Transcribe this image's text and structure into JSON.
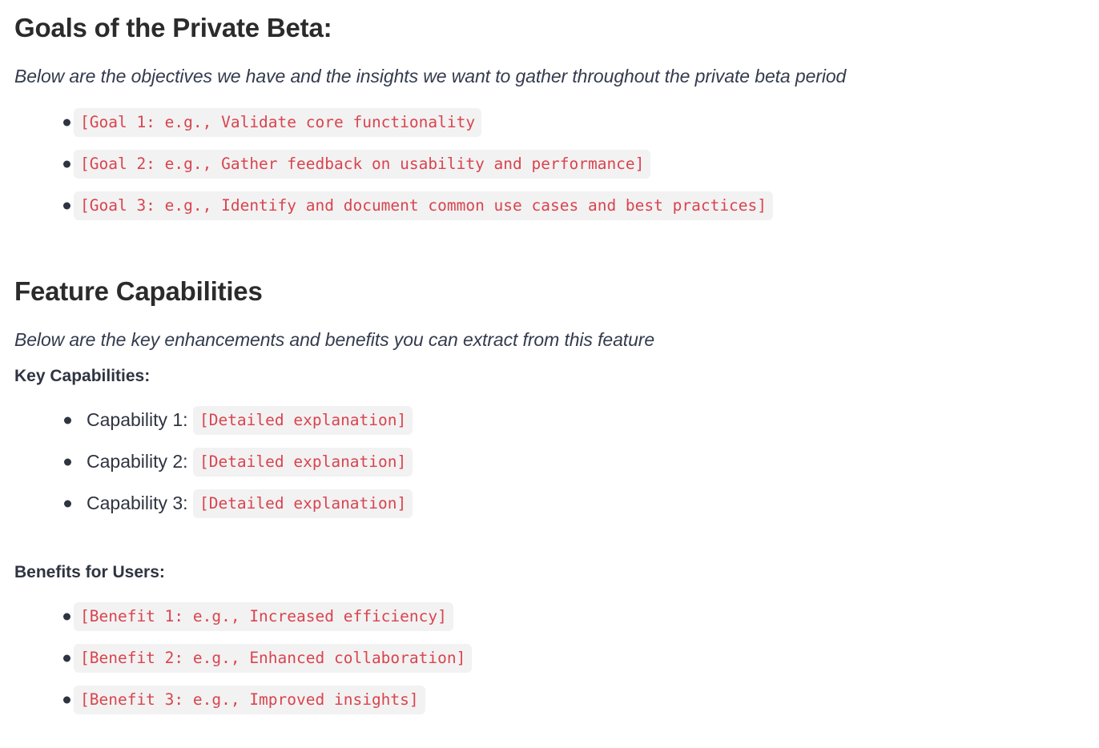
{
  "goals_section": {
    "heading": "Goals of the Private Beta:",
    "lede": "Below are the objectives we have and the insights we want to gather throughout the private beta period",
    "items": [
      "[Goal 1: e.g., Validate core functionality",
      "[Goal 2: e.g., Gather feedback on usability and performance]",
      "[Goal 3: e.g., Identify and document common use cases and best practices]"
    ]
  },
  "features_section": {
    "heading": "Feature Capabilities",
    "lede": "Below are the key enhancements and benefits you can extract from this feature",
    "capabilities_heading": "Key Capabilities:",
    "capabilities": [
      {
        "label": "Capability 1: ",
        "detail": "[Detailed explanation]"
      },
      {
        "label": "Capability 2: ",
        "detail": "[Detailed explanation]"
      },
      {
        "label": "Capability 3: ",
        "detail": "[Detailed explanation]"
      }
    ],
    "benefits_heading": "Benefits for Users:",
    "benefits": [
      "[Benefit 1: e.g., Increased efficiency]",
      "[Benefit 2: e.g., Enhanced collaboration]",
      "[Benefit 3: e.g., Improved insights]"
    ]
  },
  "colors": {
    "code_text": "#d9444f",
    "code_background": "#f2f2f2",
    "heading": "#2b2b2b",
    "body_text": "#2e3440",
    "page_background": "#ffffff"
  }
}
